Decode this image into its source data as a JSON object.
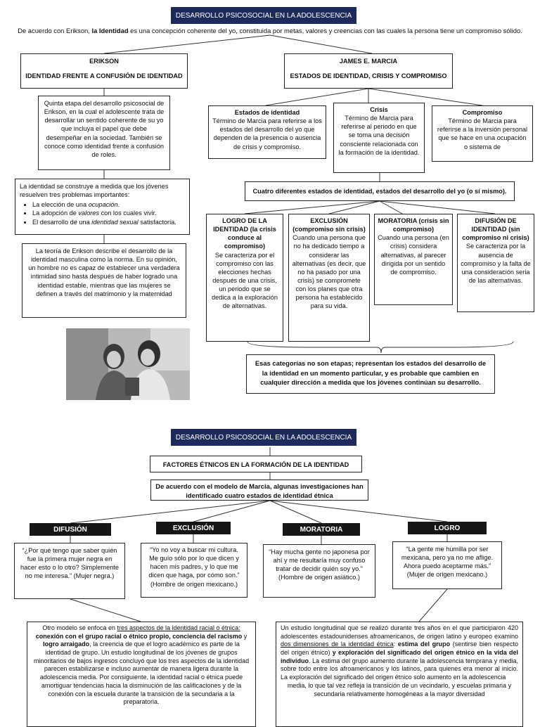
{
  "section1": {
    "title": "DESARROLLO PSICOSOCIAL EN LA ADOLESCENCIA",
    "intro": {
      "pre": "De acuerdo con Erikson, ",
      "bold": "la Identidad",
      "post": " es una concepción coherente del yo, constituida por metas, valores y creencias con las cuales la persona tiene un compromiso sólido."
    },
    "erikson": {
      "name": "ERIKSON",
      "subtitle": "IDENTIDAD FRENTE A CONFUSIÓN DE IDENTIDAD",
      "desc": "Quinta etapa del desarrollo psicosocial de Erikson, en la cual el adolescente trata de desarrollar un sentido coherente de su yo que incluya el papel que debe desempeñar en la sociedad. También se conoce como identidad frente a confusión de roles.",
      "problems": {
        "intro": "La identidad se construye a medida que los jóvenes resuelven tres problemas importantes:",
        "item1_pre": "La elección de una ",
        "item1_em": "ocupación",
        "item1_post": ".",
        "item2_pre": "La adopción de ",
        "item2_em": "valores",
        "item2_post": " con los cuales vivir.",
        "item3_pre": "El desarrollo de una ",
        "item3_em": "identidad sexual",
        "item3_post": " satisfactoria."
      },
      "theory": "La teoría de Erikson describe el desarrollo de la identidad masculina como la norma. En su opinión, un hombre no es capaz de establecer una verdadera intimidad sino hasta después de haber logrado una identidad estable, mientras que las mujeres se definen a través del matrimonio y la maternidad"
    },
    "marcia": {
      "name": "JAMES E. MARCIA",
      "subtitle": "ESTADOS DE IDENTIDAD, CRISIS Y COMPROMISO",
      "estados_title": "Estados de identidad",
      "estados_desc": "Término de Marcia para referirse a los estados del desarrollo del yo que dependen de la presencia o ausencia de crisis y compromiso.",
      "crisis_title": "Crisis",
      "crisis_desc": "Término de Marcia para referirse al periodo en que se toma una decisión consciente relacionada con la formación de la identidad.",
      "compromiso_title": "Compromiso",
      "compromiso_desc": "Término de Marcia para referirse a la inversión personal que se hace en una ocupación o sistema de",
      "four_states": "Cuatro diferentes estados de identidad, estados del desarrollo del yo (o sí mismo).",
      "logro_title": "LOGRO DE LA IDENTIDAD (la crisis conduce al compromiso)",
      "logro_desc": "Se caracteriza por el compromiso con las elecciones hechas después de una crisis, un periodo que se dedica a la exploración de alternativas.",
      "exclusion_title": "EXCLUSIÓN (compromiso sin crisis)",
      "exclusion_desc": "Cuando una persona que no ha dedicado tiempo a considerar las alternativas (es decir, que no ha pasado por una crisis) se compromete con los planes que otra persona ha establecido para su vida.",
      "moratoria_title": "MORATORIA (crisis sin compromiso)",
      "moratoria_desc": "Cuando una persona (en crisis) considera alternativas, al parecer dirigida por un sentido de compromiso.",
      "difusion_title": "DIFUSIÓN DE IDENTIDAD (sin compromiso ni crisis)",
      "difusion_desc": "Se caracteriza por la ausencia de compromiso y la falta de una consideración seria de las alternativas.",
      "note": "Esas categorías no son etapas; representan los estados del desarrollo de la identidad en un momento particular, y es probable que cambien en cualquier dirección a medida que los jóvenes continúan su desarrollo."
    }
  },
  "section2": {
    "title": "DESARROLLO PSICOSOCIAL EN LA ADOLESCENCIA",
    "factores": "FACTORES ÉTNICOS EN LA FORMACIÓN DE LA IDENTIDAD",
    "marcia_model": "De acuerdo con el modelo de Marcia, algunas investigaciones han identificado cuatro estados de identidad étnica",
    "labels": [
      "DIFUSIÓN",
      "EXCLUSIÓN",
      "MORATORIA",
      "LOGRO"
    ],
    "quotes": [
      "“¿Por qué tengo que saber quién fue la primera mujer negra en hacer esto o lo otro? Simplemente no me interesa.” (Mujer negra.)",
      "“Yo no voy a buscar mi cultura. Me guío sólo por lo que dicen y hacen mis padres, y lo que me dicen que haga, por cómo son.” (Hombre de origen mexicano.)",
      "“Hay mucha gente no japonesa por ahí y me resultaría muy confuso tratar de decidir quién soy yo.” (Hombre de origen asiático.)",
      "“La gente me humilla por ser mexicana, pero ya no me aflige. Ahora puedo aceptarme más.” (Mujer de origen mexicano.)"
    ],
    "left_text": {
      "p1": "Otro modelo se enfoca en ",
      "p2": "tres aspectos de la identidad racial o étnica:",
      "p3": " ",
      "p4": "conexión con el grupo racial o étnico propio, conciencia del racismo",
      "p5": " y ",
      "p6": "logro arraigado",
      "p7": ", la creencia de que el logro académico es parte de la identidad de grupo. Un estudio longitudinal de los jóvenes de grupos minoritarios de bajos ingresos concluyó que los tres aspectos de la identidad parecen estabilizarse e incluso aumentar de manera ligera durante la adolescencia media. Por consiguiente, la identidad racial o étnica puede amortiguar tendencias hacia la disminución de las calificaciones y de la conexión con la escuela durante la transición de la secundaria a la preparatoria."
    },
    "right_text": {
      "p1": "Un estudio longitudinal que se realizó durante tres años en el que participaron 420 adolescentes estadounidenses afroamericanos, de origen latino y europeo examino ",
      "p2": "dos dimensiones de la identidad étnica",
      "p3": ": ",
      "p4": "estima del grupo",
      "p5": " (sentirse bien respecto del origen étnico) ",
      "p6": "y exploración del significado del origen étnico en la vida del individuo",
      "p7": ". La estima del grupo aumento durante la adolescencia temprana y media, sobre todo entre los afroamericanos y los latinos, para quienes era menor al inicio. La exploración del significado del origen étnico solo aumento en la adolescencia",
      "p8": "media, lo que tal vez refleja la transición de un vecindario, y escuelas primaria y secundaria relativamente homogéneas a la mayor diversidad"
    }
  }
}
